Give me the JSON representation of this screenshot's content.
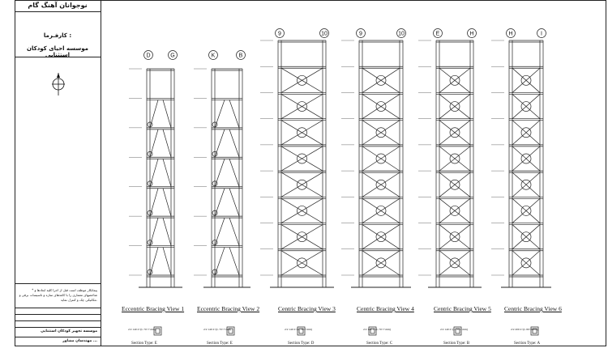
{
  "title_block": {
    "project_title": "نوجوانان آهنگ گام",
    "client_label": "کارفـرما :",
    "client_name": "موسسه احیای کودکان استثنایی",
    "note": "* پیمانکار موظف است قبل از اجرا کلیه ابعادها و شاخصهای معماری را با کاغذهای سازه و تاسیسات برقی و مکانیکی چک و کنترل نماید.",
    "footer_line1": "موسسه تجهیز کودکان استثنایی",
    "footer_line2": "مهندسان مشاور ..."
  },
  "views": [
    {
      "caption": "Eccentric Bracing View 1",
      "axis_left": "D",
      "axis_right": "G",
      "type": "eccentric",
      "section": "Section Type: E",
      "section_dims": "2/2 140\n2×(L 70×7 mm)"
    },
    {
      "caption": "Eccentric Bracing View 2",
      "axis_left": "K",
      "axis_right": "B",
      "type": "eccentric",
      "section": "Section Type: E",
      "section_dims": "2/2 140\n2×(L 70×7 mm)"
    },
    {
      "caption": "Centric Bracing View 3",
      "axis_left": "9",
      "axis_right": "10",
      "type": "centric",
      "section": "Section Type: D",
      "section_dims": "2/2 140\n2×(L 70×7 mm)"
    },
    {
      "caption": "Centric Bracing View 4",
      "axis_left": "9",
      "axis_right": "10",
      "type": "centric",
      "section": "Section Type: C",
      "section_dims": "2/2 140\n2×(L 70×7 mm)"
    },
    {
      "caption": "Centric Bracing View 5",
      "axis_left": "E",
      "axis_right": "H",
      "type": "centric",
      "section": "Section Type: B",
      "section_dims": "2/2 140\n2×(L 70×7 mm)"
    },
    {
      "caption": "Centric Bracing View 6",
      "axis_left": "H",
      "axis_right": "I",
      "type": "centric",
      "section": "Section Type: A",
      "section_dims": "2/2 200\n2×(L 80×8 mm)"
    }
  ]
}
